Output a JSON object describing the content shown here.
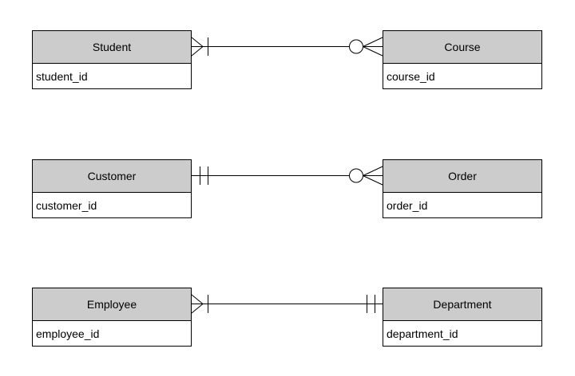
{
  "diagram": {
    "type": "entity-relationship-diagram",
    "notation": "crows-foot",
    "colors": {
      "entity_header_fill": "#cccccc",
      "entity_body_fill": "#ffffff",
      "border": "#000000",
      "connector_line": "#000000",
      "background": "#ffffff",
      "text": "#000000"
    },
    "entities": [
      {
        "id": "student",
        "name": "Student",
        "attributes": [
          "student_id"
        ]
      },
      {
        "id": "course",
        "name": "Course",
        "attributes": [
          "course_id"
        ]
      },
      {
        "id": "customer",
        "name": "Customer",
        "attributes": [
          "customer_id"
        ]
      },
      {
        "id": "order",
        "name": "Order",
        "attributes": [
          "order_id"
        ]
      },
      {
        "id": "employee",
        "name": "Employee",
        "attributes": [
          "employee_id"
        ]
      },
      {
        "id": "department",
        "name": "Department",
        "attributes": [
          "department_id"
        ]
      }
    ],
    "relationships": [
      {
        "from": "Student",
        "to": "Course",
        "from_cardinality": "one-or-many",
        "from_symbol": "crows-foot-with-bar",
        "to_cardinality": "zero-or-many",
        "to_symbol": "ring-with-crows-foot"
      },
      {
        "from": "Customer",
        "to": "Order",
        "from_cardinality": "exactly-one",
        "from_symbol": "double-bar",
        "to_cardinality": "zero-or-many",
        "to_symbol": "ring-with-crows-foot"
      },
      {
        "from": "Employee",
        "to": "Department",
        "from_cardinality": "one-or-many",
        "from_symbol": "crows-foot-with-bar",
        "to_cardinality": "exactly-one",
        "to_symbol": "double-bar"
      }
    ]
  }
}
